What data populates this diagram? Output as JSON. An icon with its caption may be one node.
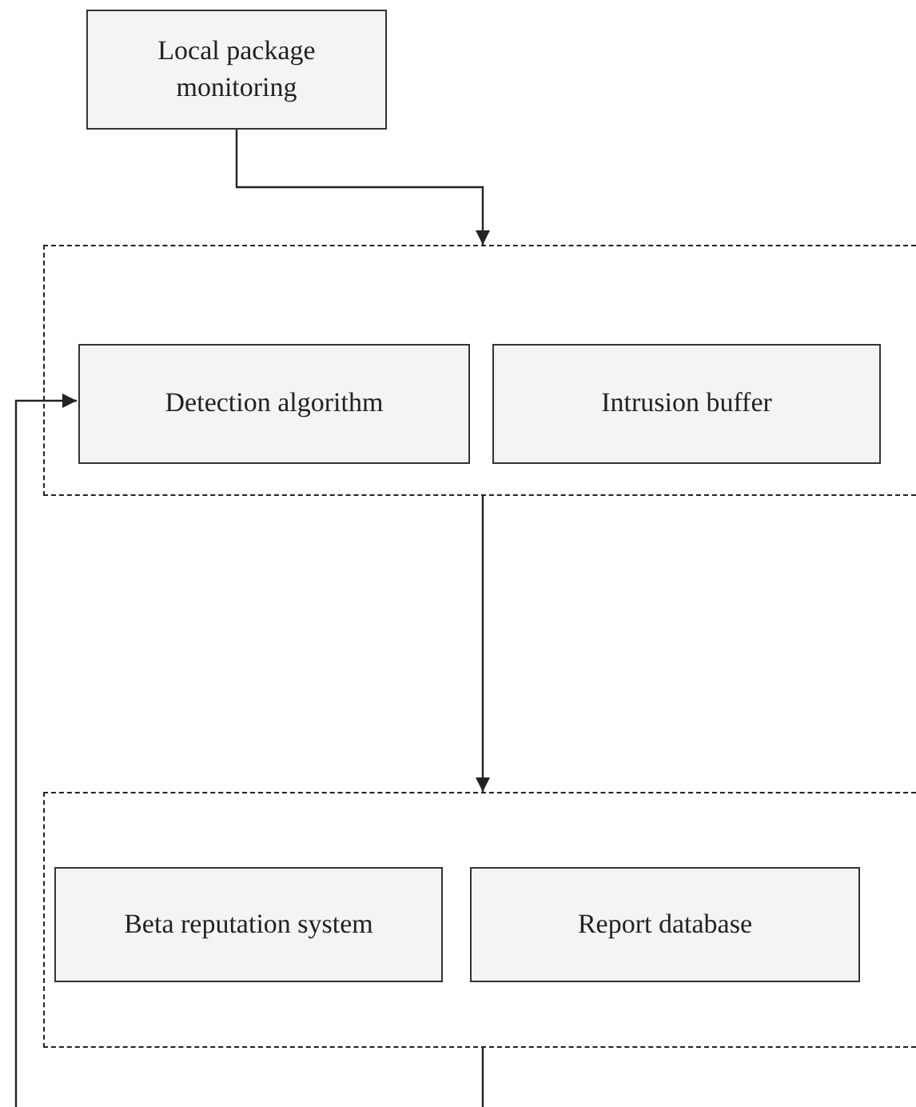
{
  "diagram": {
    "nodes": [
      {
        "text": [
          "Local package monitoring"
        ]
      },
      {
        "text": [],
        "shape": "box"
      },
      {
        "text": [
          "Detection algorithm"
        ],
        "in": 1
      },
      {
        "text": [
          "Intrusion buffer"
        ],
        "in": 1
      },
      {
        "text": [],
        "shape": "box"
      },
      {
        "text": [
          "Beta reputation system"
        ],
        "in": 4
      },
      {
        "text": [
          "Report database"
        ],
        "in": 4
      }
    ],
    "edges": [
      {
        "from": 0,
        "to": 1,
        "arrow": "to"
      },
      {
        "from": 1,
        "to": 4,
        "arrow": "to"
      },
      {
        "from": 4,
        "to": null,
        "arrow": "none"
      },
      {
        "from": null,
        "to": 2,
        "arrow": "to"
      }
    ]
  }
}
